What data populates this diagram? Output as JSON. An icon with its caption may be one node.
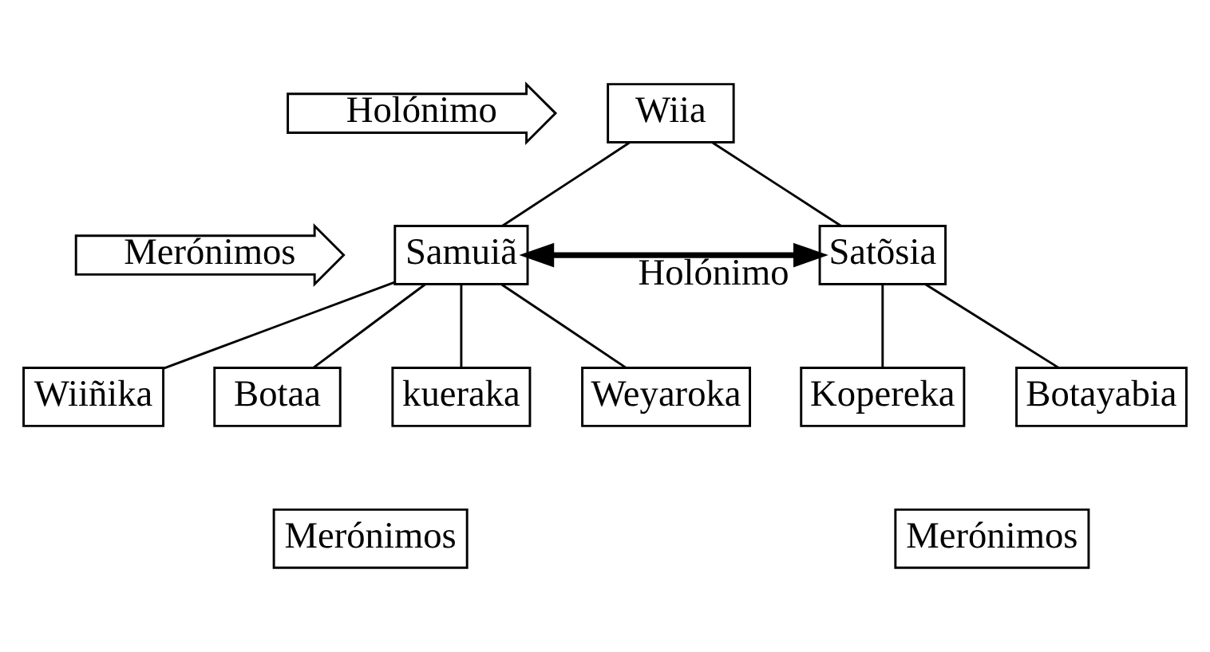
{
  "diagram": {
    "nodes": [
      {
        "text": [
          "Wiia"
        ]
      },
      {
        "text": [
          "Samuiã"
        ]
      },
      {
        "text": [
          "Satõsia"
        ]
      },
      {
        "text": [
          "Wiiñika"
        ]
      },
      {
        "text": [
          "Botaa"
        ]
      },
      {
        "text": [
          "kueraka"
        ]
      },
      {
        "text": [
          "Weyaroka"
        ]
      },
      {
        "text": [
          "Kopereka"
        ]
      },
      {
        "text": [
          "Botayabia"
        ]
      },
      {
        "text": [
          "Merónimos"
        ]
      },
      {
        "text": [
          "Merónimos"
        ]
      },
      {
        "text": [
          "Holónimo"
        ]
      },
      {
        "text": [
          "Merónimos"
        ]
      }
    ],
    "edges": [
      {
        "from": 0,
        "to": 1,
        "arrow": "none"
      },
      {
        "from": 0,
        "to": 2,
        "arrow": "none"
      },
      {
        "from": 1,
        "to": 3,
        "arrow": "none"
      },
      {
        "from": 1,
        "to": 4,
        "arrow": "none"
      },
      {
        "from": 1,
        "to": 5,
        "arrow": "none"
      },
      {
        "from": 1,
        "to": 6,
        "arrow": "none"
      },
      {
        "from": 2,
        "to": 7,
        "arrow": "none"
      },
      {
        "from": 2,
        "to": 8,
        "arrow": "none"
      },
      {
        "from": 1,
        "to": 2,
        "arrow": "both",
        "label": "Holónimo",
        "style": "thick"
      }
    ]
  }
}
